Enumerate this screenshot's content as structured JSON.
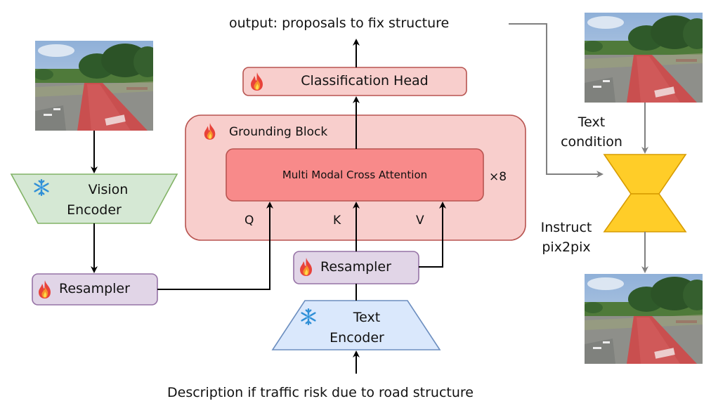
{
  "top_output": "output: proposals to fix structure",
  "classification_head": "Classification Head",
  "grounding_block": "Grounding Block",
  "cross_attention": "Multi Modal Cross Attention",
  "repeat": "×8",
  "q_label": "Q",
  "k_label": "K",
  "v_label": "V",
  "vision_encoder": [
    "Vision",
    "Encoder"
  ],
  "resampler_left": "Resampler",
  "resampler_mid": "Resampler",
  "text_encoder": [
    "Text",
    "Encoder"
  ],
  "text_condition": [
    "Text",
    "condition"
  ],
  "instruct_pix2pix": [
    "Instruct",
    "pix2pix"
  ],
  "description": "Description if traffic risk due to road structure",
  "colors": {
    "pink_box": "#f8cecc",
    "pink_border": "#b85450",
    "red_attention": "#f88a8a",
    "green_encoder": "#d5e8d4",
    "green_border": "#82b366",
    "blue_encoder": "#dae8fc",
    "blue_border": "#6c8ebf",
    "purple_box": "#e1d5e7",
    "purple_border": "#9673a6",
    "yellow": "#ffcd28",
    "yellow_border": "#d79b00"
  },
  "icons": {
    "trainable": "fire-icon",
    "frozen": "snowflake-icon"
  }
}
